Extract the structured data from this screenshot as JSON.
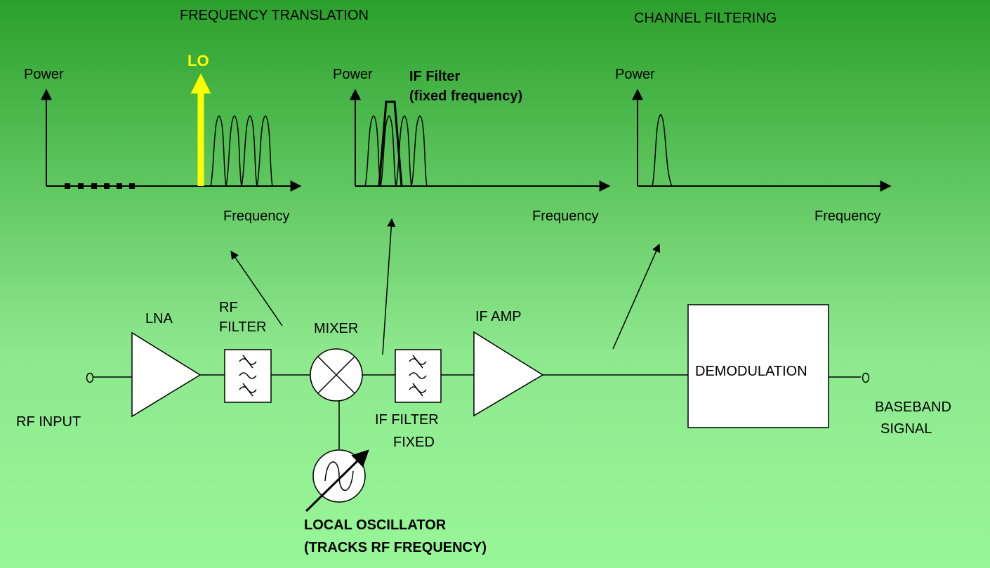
{
  "headings": {
    "frequency_translation": "FREQUENCY TRANSLATION",
    "channel_filtering": "CHANNEL FILTERING"
  },
  "spectrum_plots": {
    "plot1": {
      "y_label": "Power",
      "x_label": "Frequency",
      "lo_label": "LO"
    },
    "plot2": {
      "y_label": "Power",
      "x_label": "Frequency",
      "filter_label_1": "IF Filter",
      "filter_label_2": "(fixed frequency)"
    },
    "plot3": {
      "y_label": "Power",
      "x_label": "Frequency"
    }
  },
  "blocks": {
    "rf_input": "RF INPUT",
    "lna": "LNA",
    "rf_filter_1": "RF",
    "rf_filter_2": "FILTER",
    "mixer": "MIXER",
    "if_filter_1": "IF FILTER",
    "if_filter_2": "FIXED",
    "if_amp": "IF AMP",
    "demodulation": "DEMODULATION",
    "baseband_1": "BASEBAND",
    "baseband_2": "SIGNAL",
    "local_osc_1": "LOCAL OSCILLATOR",
    "local_osc_2": "(TRACKS RF FREQUENCY)"
  },
  "colors": {
    "lo_arrow": "#ffff00",
    "background_top": "#2ba02b",
    "background_bottom": "#97f797"
  }
}
